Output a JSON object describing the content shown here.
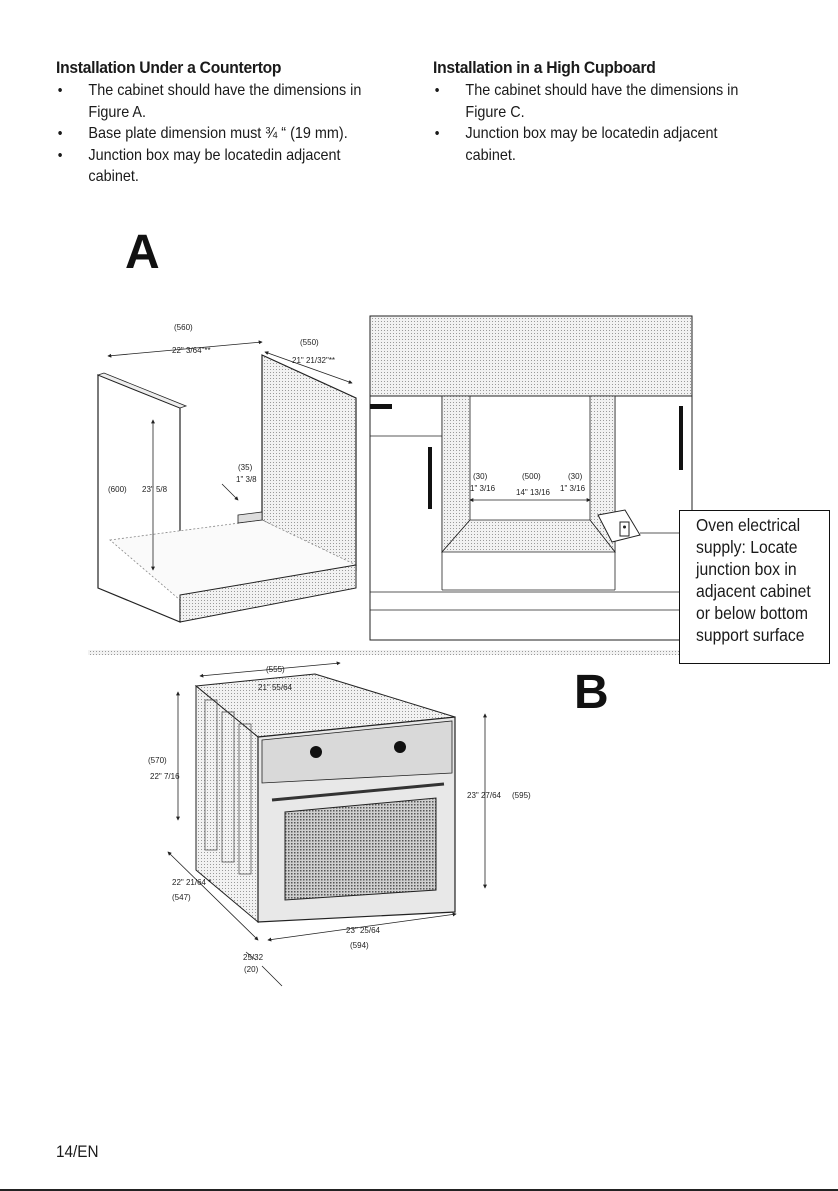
{
  "left_section": {
    "title": "Installation Under a Countertop",
    "bullets": [
      [
        "The cabinet should have the dimensions in",
        "Figure A."
      ],
      [
        "Base plate dimension must ¾ “ (19 mm)."
      ],
      [
        "Junction box may be locatedin adjacent",
        "cabinet."
      ]
    ]
  },
  "right_section": {
    "title": "Installation in a High Cupboard",
    "bullets": [
      [
        "The cabinet should have the dimensions in",
        "Figure C."
      ],
      [
        "Junction box may be locatedin adjacent",
        "cabinet."
      ]
    ]
  },
  "figure_a": {
    "letter": "A",
    "dims": {
      "width_mm": "(560)",
      "width_in": "22\" 3/64\"**",
      "depth_mm": "(550)",
      "depth_in": "21\" 21/32\"**",
      "height_mm": "(600)",
      "height_in": "23\" 5/8",
      "base_mm": "(35)",
      "base_in": "1\" 3/8"
    }
  },
  "figure_c": {
    "dims": {
      "side_left_mm": "(30)",
      "side_left_in": "1\" 3/16",
      "opening_mm": "(500)",
      "opening_in": "14\" 13/16",
      "side_right_mm": "(30)",
      "side_right_in": "1\" 3/16"
    },
    "callout": [
      "Oven electrical",
      "supply: Locate",
      "junction box in",
      "adjacent cabinet",
      "or below bottom",
      "support surface"
    ]
  },
  "figure_b": {
    "letter": "B",
    "dims": {
      "width_mm": "(555)",
      "width_in": "21\" 55/64",
      "height_mm": "(570)",
      "height_in": "22\" 7/16",
      "front_h_in": "23\" 27/64",
      "front_h_mm": "(595)",
      "depth_in": "22\" 21/64 *",
      "depth_mm": "(547)",
      "front_w_in": "23\" 25/64",
      "front_w_mm": "(594)",
      "panel_in": "25/32",
      "panel_mm": "(20)"
    }
  },
  "footer": {
    "page": "14/EN"
  }
}
